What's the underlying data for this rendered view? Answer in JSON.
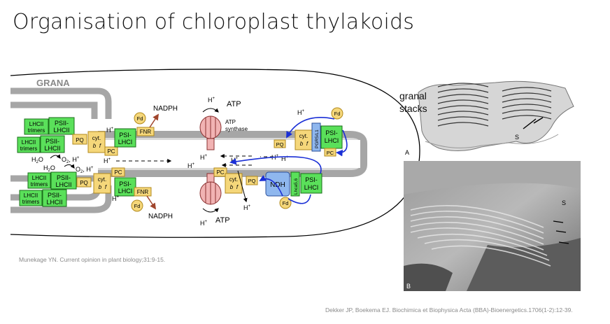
{
  "slide": {
    "title": "Organisation of chloroplast thylakoids",
    "citation_left": "Munekage YN. Current opinion in plant biology;31:9-15.",
    "citation_right": "Dekker JP, Boekema EJ. Biochimica et Biophysica Acta (BBA)-Bioenergetics.1706(1-2):12-39.",
    "granal_label_1": "granal",
    "granal_label_2": "stacks"
  },
  "diagram": {
    "grana": "GRANA",
    "lhcii_1": "LHCII",
    "trimers": "trimers",
    "psii_1": "PSII-",
    "lhcii_2": "LHCII",
    "psi_1": "PSI-",
    "lhci": "LHCI",
    "cyt": "cyt.",
    "b6f_b": "b",
    "b6f_sub": "6",
    "b6f_f": "f",
    "pq": "PQ",
    "pc": "PC",
    "fd": "Fd",
    "fnr": "FNR",
    "nadph": "NADPH",
    "atp": "ATP",
    "atp_synthase_1": "ATP",
    "atp_synthase_2": "synthase",
    "h": "H",
    "plus": "+",
    "h2o": "H",
    "h2o_sub": "2",
    "h2o_o": "O",
    "o2": "O",
    "o2_sub": "2",
    "comma": ",",
    "ndh": "NDH",
    "pgr5": "PGR5/L1",
    "lhca56": "Lhca5,6"
  },
  "micrographs": {
    "panel_a": "A",
    "panel_b": "B",
    "s_label": "S",
    "s_label_b": "S"
  },
  "colors": {
    "membrane": "#a6a6a6",
    "green_complex": "#5ae05a",
    "yellow_complex": "#f5d77a",
    "ndh_blue": "#8fb7ee",
    "electron_arrow": "#1a2fd6",
    "brown_arrow": "#a0452c",
    "atp_synthase": "#f1b3b3"
  }
}
